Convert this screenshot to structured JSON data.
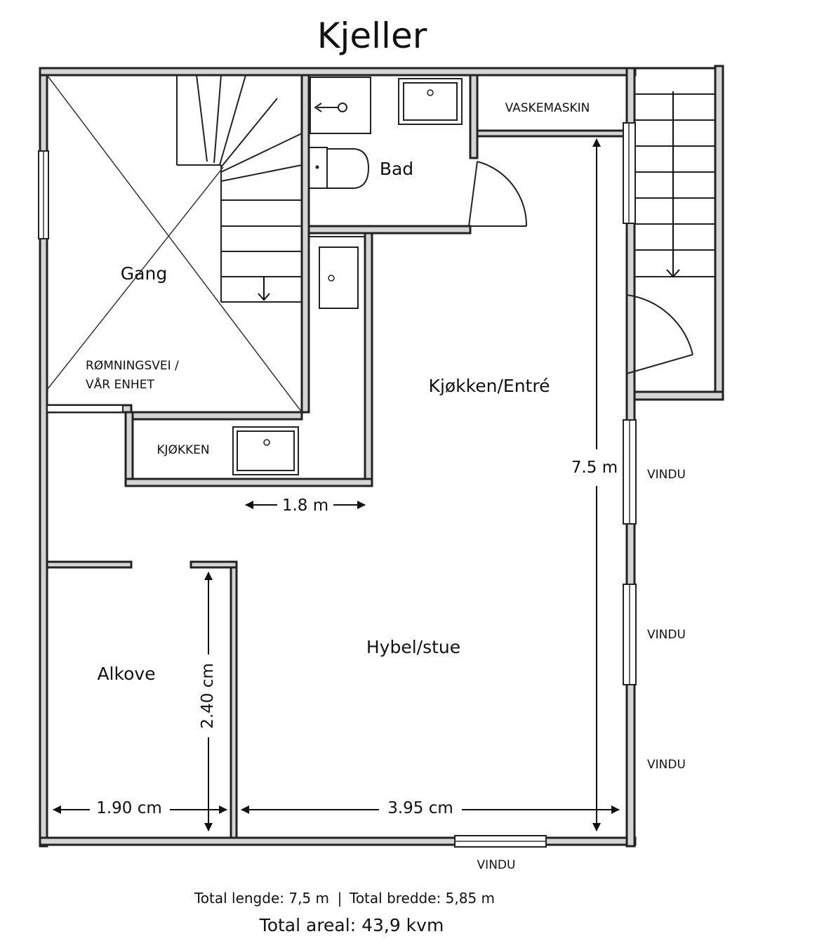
{
  "title": "Kjeller",
  "rooms": {
    "gang": "Gang",
    "escape_line1": "RØMNINGSVEI /",
    "escape_line2": "VÅR ENHET",
    "bad": "Bad",
    "vaskemaskin": "VASKEMASKIN",
    "kjokken_entre": "Kjøkken/Entré",
    "kjokken": "KJØKKEN",
    "hybel": "Hybel/stue",
    "alkove": "Alkove"
  },
  "windows": {
    "right_1": "VINDU",
    "right_2": "VINDU",
    "right_3": "VINDU",
    "bottom": "VINDU"
  },
  "dimensions": {
    "kitchen_width": "1.8 m",
    "total_height": "7.5 m",
    "alkove_height": "2.40 cm",
    "alkove_width": "1.90 cm",
    "hybel_width": "3.95 cm"
  },
  "footer": {
    "lengde": "Total lengde: 7,5 m",
    "separator": "|",
    "bredde": "Total bredde: 5,85 m",
    "areal": "Total areal: 43,9 kvm"
  }
}
